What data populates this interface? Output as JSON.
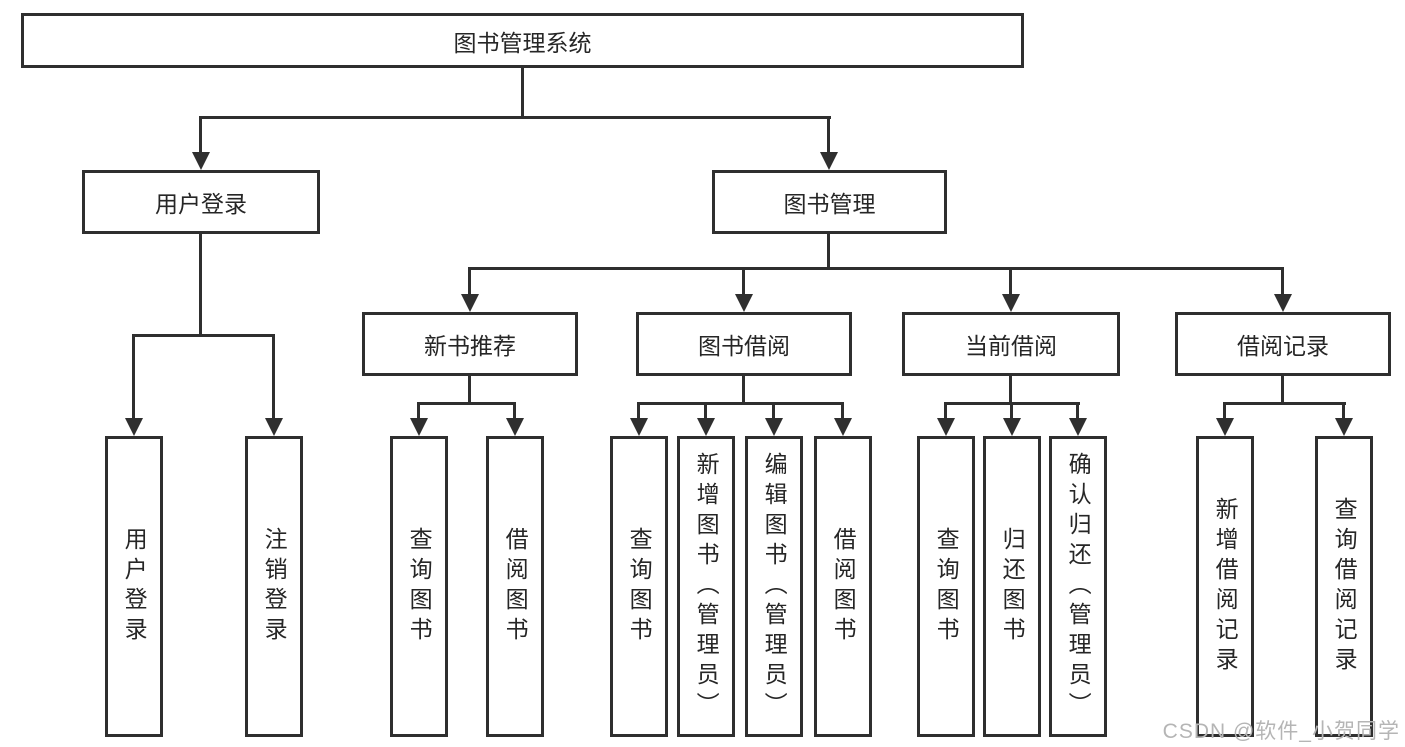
{
  "tree": {
    "label": "图书管理系统",
    "children": [
      {
        "label": "用户登录",
        "children": [
          {
            "label": "用户登录"
          },
          {
            "label": "注销登录"
          }
        ]
      },
      {
        "label": "图书管理",
        "children": [
          {
            "label": "新书推荐",
            "children": [
              {
                "label": "查询图书"
              },
              {
                "label": "借阅图书"
              }
            ]
          },
          {
            "label": "图书借阅",
            "children": [
              {
                "label": "查询图书"
              },
              {
                "label": "新增图书（管理员）"
              },
              {
                "label": "编辑图书（管理员）"
              },
              {
                "label": "借阅图书"
              }
            ]
          },
          {
            "label": "当前借阅",
            "children": [
              {
                "label": "查询图书"
              },
              {
                "label": "归还图书"
              },
              {
                "label": "确认归还（管理员）"
              }
            ]
          },
          {
            "label": "借阅记录",
            "children": [
              {
                "label": "新增借阅记录"
              },
              {
                "label": "查询借阅记录"
              }
            ]
          }
        ]
      }
    ]
  },
  "watermark": {
    "text": "CSDN @软件_小贺同学"
  },
  "colors": {
    "line": "#2f2f2f",
    "text": "#262626",
    "background": "#ffffff",
    "watermark": "#b5b5b5"
  }
}
